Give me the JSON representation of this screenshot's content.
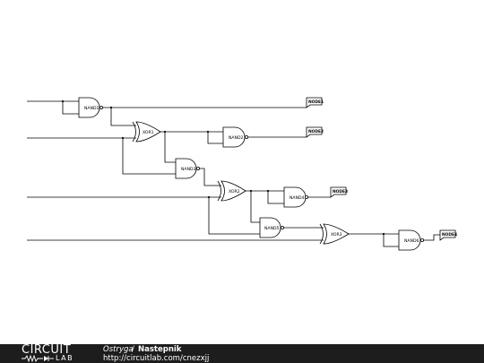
{
  "gates": {
    "nand1": "NAND1",
    "nand2": "NAND2",
    "nand3": "NAND3",
    "nand4": "NAND4",
    "nand5": "NAND5",
    "nand6": "NAND6",
    "xor1": "XOR1",
    "xor2": "XOR2",
    "xor3": "XOR3"
  },
  "nodes": {
    "node1": "NODE1",
    "node2": "NODE2",
    "node3": "NODE3",
    "node4": "NODE4"
  },
  "footer": {
    "logo_top": "CIRCUIT",
    "logo_bottom": "LAB",
    "author": "Ostryga",
    "separator": "/",
    "title": "Nastepnik",
    "url": "http://circuitlab.com/cnezxjj"
  },
  "colors": {
    "footer_bg": "#1d1d1d",
    "wire": "#000000"
  }
}
